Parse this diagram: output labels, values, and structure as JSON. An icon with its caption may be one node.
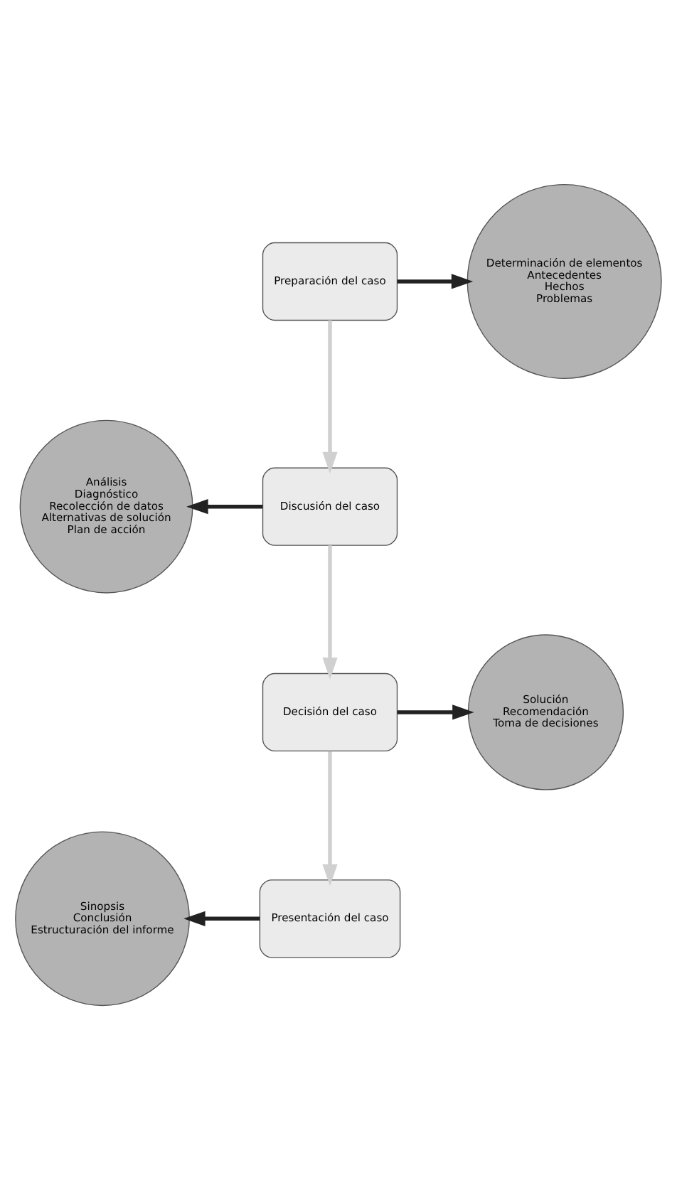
{
  "diagram": {
    "nodes": [
      {
        "text": [
          "Preparación del caso"
        ]
      },
      {
        "text": [
          "Determinación de elementos",
          "Antecedentes",
          "Hechos",
          "Problemas"
        ]
      },
      {
        "text": [
          "Análisis",
          "Diagnóstico",
          "Recolección de datos",
          "Alternativas de solución",
          "Plan de acción"
        ]
      },
      {
        "text": [
          "Discusión del caso"
        ]
      },
      {
        "text": [
          "Decisión del caso"
        ]
      },
      {
        "text": [
          "Solución",
          "Recomendación",
          "Toma de decisiones"
        ]
      },
      {
        "text": [
          "Sinopsis",
          "Conclusión",
          "Estructuración del informe"
        ]
      },
      {
        "text": [
          "Presentación del caso"
        ]
      }
    ],
    "edges": [
      {
        "from": 0,
        "to": 1,
        "arrow": "to"
      },
      {
        "from": 0,
        "to": 3,
        "arrow": "to",
        "color": "#d0d0d0"
      },
      {
        "from": 3,
        "to": 2,
        "arrow": "to"
      },
      {
        "from": 3,
        "to": 4,
        "arrow": "to",
        "color": "#d0d0d0"
      },
      {
        "from": 4,
        "to": 5,
        "arrow": "to"
      },
      {
        "from": 4,
        "to": 7,
        "arrow": "to",
        "color": "#d0d0d0"
      },
      {
        "from": 7,
        "to": 6,
        "arrow": "to"
      }
    ]
  }
}
